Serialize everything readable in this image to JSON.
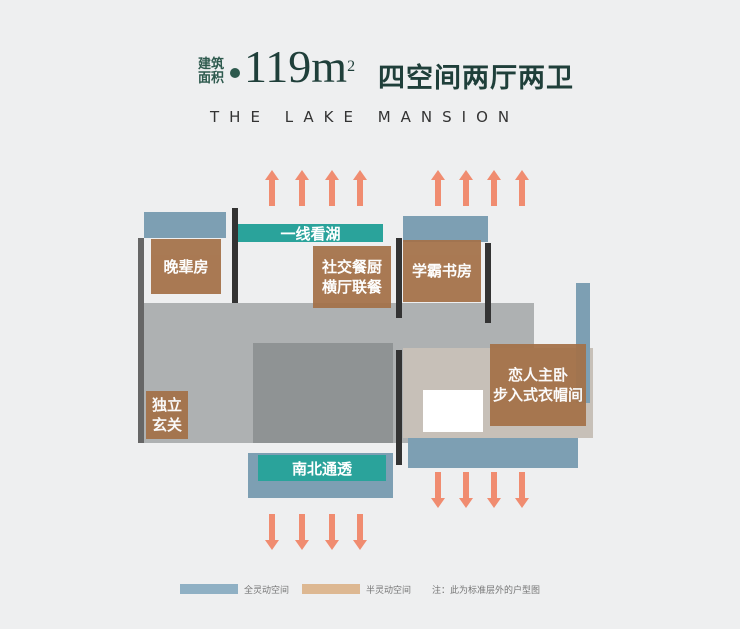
{
  "header": {
    "area_label": "建筑面积",
    "area_value": "119",
    "area_unit": "m",
    "area_sup": "2",
    "layout": "四空间两厅两卫",
    "subtitle": "THE LAKE MANSION"
  },
  "plan": {
    "rooms": [
      "晚辈房",
      "一线看湖",
      "社交餐厨 横厅联餐",
      "学霸书房",
      "独立玄关",
      "南北通透",
      "恋人主卧 步入式衣帽间"
    ],
    "rooms_lines": {
      "r1": "晚辈房",
      "r2": "一线看湖",
      "r3a": "社交餐厨",
      "r3b": "横厅联餐",
      "r4": "学霸书房",
      "r5a": "独立",
      "r5b": "玄关",
      "r6": "南北通透",
      "r7a": "恋人主卧",
      "r7b": "步入式衣帽间"
    }
  },
  "legend": {
    "full": "全灵动空间",
    "half": "半灵动空间",
    "note": "注：此为标准层外的户型图",
    "colors": {
      "full": "#8fb0c4",
      "half": "#ddb892",
      "arrow": "#f08c70"
    }
  }
}
